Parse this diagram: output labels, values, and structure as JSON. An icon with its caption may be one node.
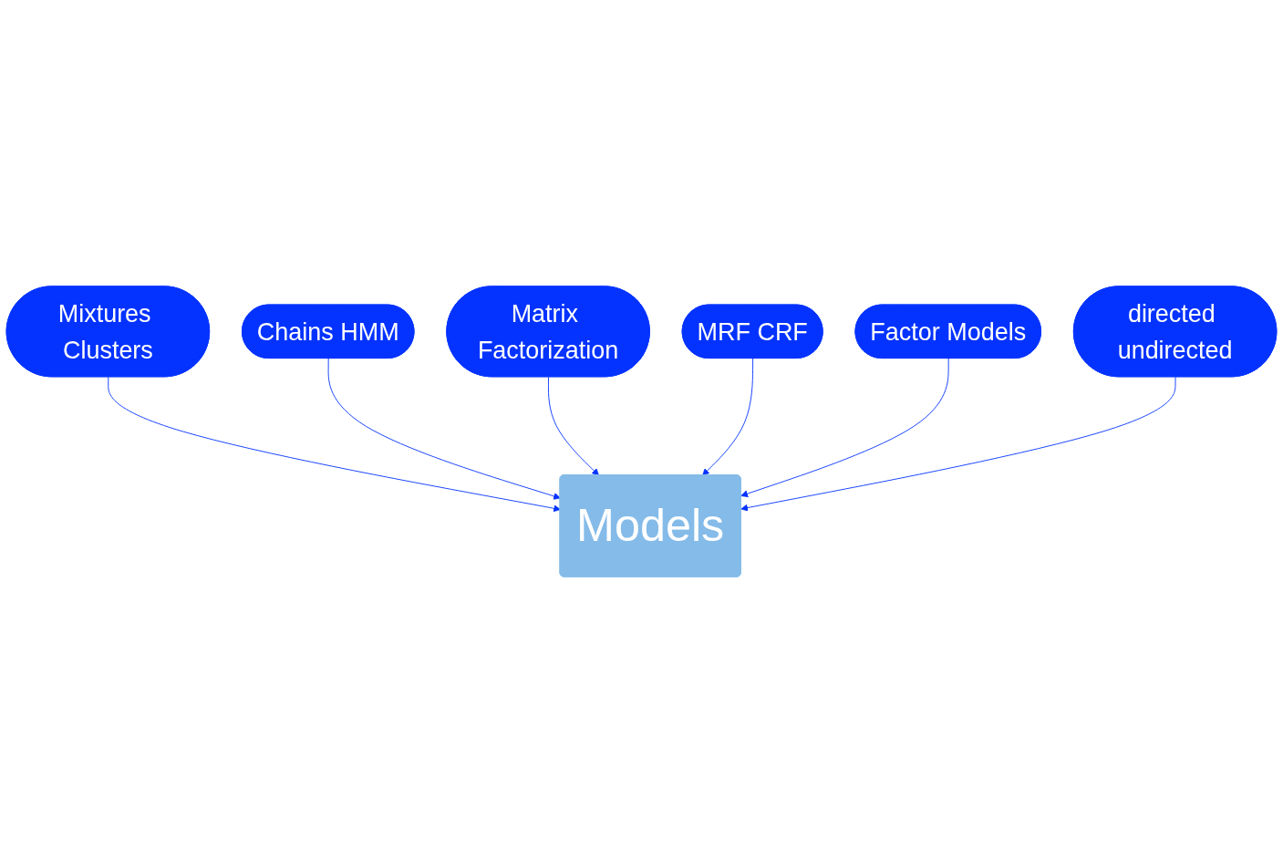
{
  "diagram": {
    "nodes": [
      {
        "text": [
          "Mixtures Clusters"
        ]
      },
      {
        "text": [
          "Chains HMM"
        ]
      },
      {
        "text": [
          "Matrix Factorization"
        ]
      },
      {
        "text": [
          "Models"
        ]
      },
      {
        "text": [
          "MRF CRF"
        ]
      },
      {
        "text": [
          "Factor Models"
        ]
      },
      {
        "text": [
          "directed undirected"
        ]
      }
    ],
    "edges": [
      {
        "from": 0,
        "to": 3,
        "arrow": "to"
      },
      {
        "from": 1,
        "to": 3,
        "arrow": "to"
      },
      {
        "from": 2,
        "to": 3,
        "arrow": "to"
      },
      {
        "from": 4,
        "to": 3,
        "arrow": "to"
      },
      {
        "from": 5,
        "to": 3,
        "arrow": "to"
      },
      {
        "from": 6,
        "to": 3,
        "arrow": "to"
      }
    ]
  }
}
